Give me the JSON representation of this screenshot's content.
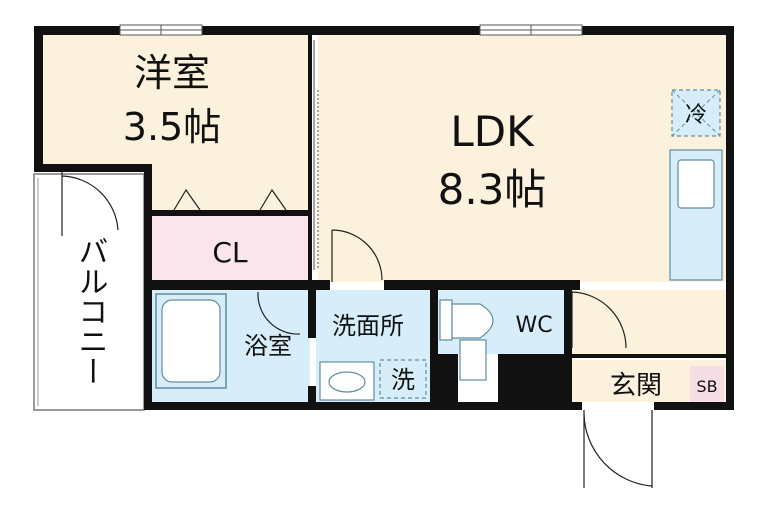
{
  "colors": {
    "room_beige": "#fbf1dc",
    "bath_blue": "#d7eefa",
    "closet_pink": "#fae5ec",
    "shoebox_pink": "#f7dde6",
    "wall": "#111111",
    "fixture_stroke": "#5f8ea0"
  },
  "rooms": {
    "western": {
      "name": "洋室",
      "size": "3.5帖"
    },
    "ldk": {
      "name": "LDK",
      "size": "8.3帖"
    },
    "closet": {
      "name": "CL"
    },
    "balcony": {
      "name": "バルコニー"
    },
    "bath": {
      "name": "浴室"
    },
    "washroom": {
      "name": "洗面所"
    },
    "toilet": {
      "name": "WC"
    },
    "entrance": {
      "name": "玄関"
    },
    "shoebox": {
      "name": "SB"
    }
  },
  "fixtures": {
    "fridge_space": "冷",
    "washer_space": "洗"
  }
}
